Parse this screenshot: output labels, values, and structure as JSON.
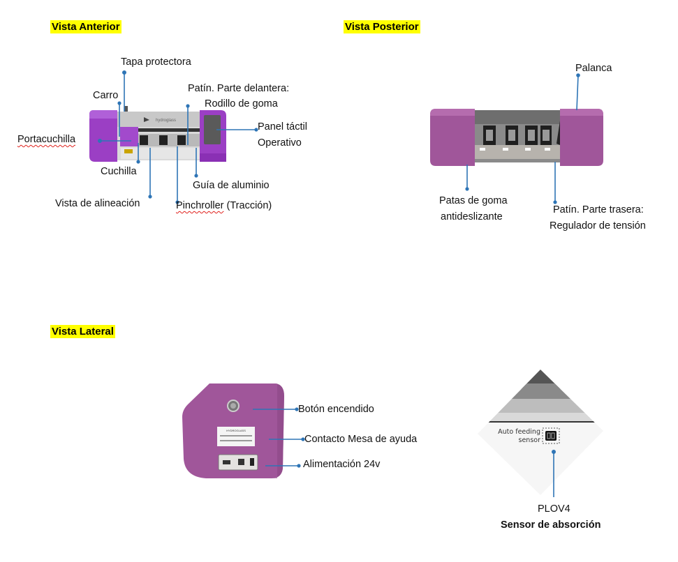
{
  "sections": {
    "front": {
      "heading": "Vista Anterior",
      "labels": {
        "tapa": "Tapa protectora",
        "carro": "Carro",
        "patin_front_1": "Patín. Parte delantera:",
        "patin_front_2": "Rodillo de goma",
        "panel_1": "Panel táctil",
        "panel_2": "Operativo",
        "portacuchilla": "Portacuchilla",
        "cuchilla": "Cuchilla",
        "guia": "Guía de aluminio",
        "alineacion": "Vista de alineación",
        "pinchroller_word": "Pinchroller",
        "pinchroller_rest": " (Tracción)"
      },
      "brand_text": "hydroglass"
    },
    "back": {
      "heading": "Vista Posterior",
      "labels": {
        "palanca": "Palanca",
        "patas_1": "Patas de goma",
        "patas_2": "antideslizante",
        "patin_back_1": "Patín. Parte trasera:",
        "patin_back_2": "Regulador de tensión"
      }
    },
    "side": {
      "heading": "Vista Lateral",
      "labels": {
        "boton": "Botón encendido",
        "contacto": "Contacto Mesa de ayuda",
        "alimentacion": "Alimentación 24v"
      },
      "sticker_title": "HYDROGLASS"
    },
    "sensor": {
      "photo_text_1": "Auto feeding",
      "photo_text_2": "sensor",
      "model": "PLOV4",
      "caption": "Sensor de absorción"
    }
  },
  "colors": {
    "highlight": "#ffff00",
    "callout": "#2e75b6",
    "purple": "#9b3fc4",
    "mauve": "#a0569a"
  }
}
